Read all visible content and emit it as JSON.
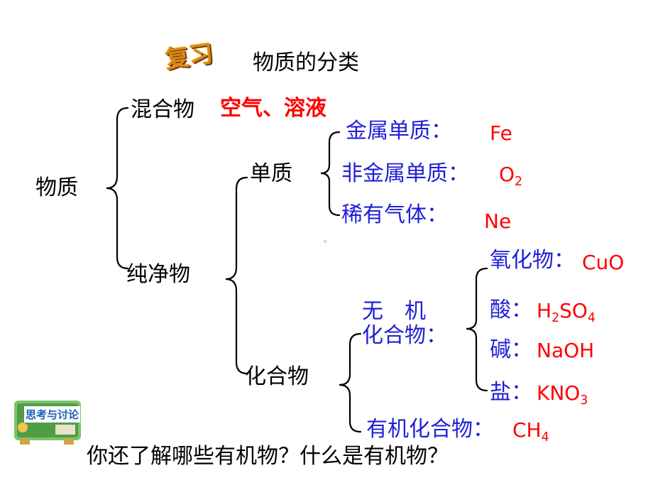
{
  "badge": {
    "text": "复习"
  },
  "title": "物质的分类",
  "root": "物质",
  "mixture": {
    "label": "混合物",
    "examples": "空气、溶液"
  },
  "pure": {
    "label": "纯净物"
  },
  "element": {
    "label": "单质"
  },
  "elements": [
    {
      "label": "金属单质：",
      "example": "Fe"
    },
    {
      "label": "非金属单质：",
      "example": "O",
      "example_sub": "2"
    },
    {
      "label": "稀有气体：",
      "example": "Ne"
    }
  ],
  "compound": {
    "label": "化合物"
  },
  "inorganic": {
    "line1": "无　机",
    "line2": "化合物："
  },
  "inorganic_items": [
    {
      "label": "氧化物：",
      "formula": [
        "CuO"
      ]
    },
    {
      "label": "酸：",
      "formula": [
        "H",
        "2",
        "SO",
        "4"
      ]
    },
    {
      "label": "碱：",
      "formula": [
        "NaOH"
      ]
    },
    {
      "label": "盐：",
      "formula": [
        "KNO",
        "3"
      ]
    }
  ],
  "organic": {
    "label": "有机化合物：",
    "formula": [
      "CH",
      "4"
    ]
  },
  "think_badge": {
    "text": "思考与讨论"
  },
  "question": "你还了解哪些有机物？什么是有机物？",
  "colors": {
    "black": "#000000",
    "blue": "#1f1fd6",
    "red": "#ff0000"
  }
}
